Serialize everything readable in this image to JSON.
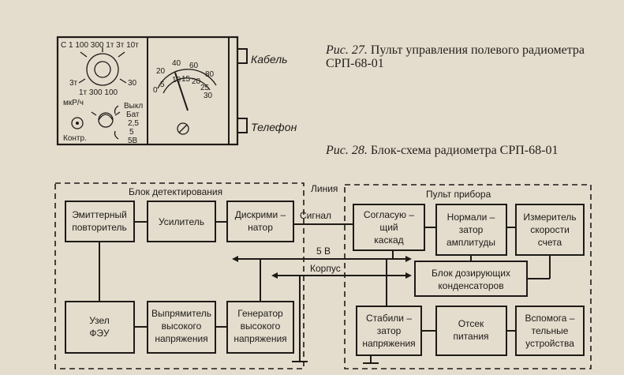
{
  "fig27": {
    "label": "Рис. 27.",
    "text": "Пульт управления полевого радиометра СРП-68-01",
    "panel": {
      "range_top": "С 1 100 300 1т 3т 10т",
      "range_bottom_left": "3т",
      "range_bottom_right": "30",
      "range_bottom": "1т 300 100",
      "unit": "мкР/ч",
      "switch_labels": [
        "Выкл",
        "Бат",
        "2,5",
        "5",
        "5В"
      ],
      "control_label": "Контр.",
      "scale_outer": [
        "20",
        "40",
        "60",
        "80"
      ],
      "scale_inner": [
        "0",
        "5",
        "10",
        "15",
        "20",
        "25",
        "30"
      ],
      "cable": "Кабель",
      "phone": "Телефон"
    }
  },
  "fig28": {
    "label": "Рис. 28.",
    "text": "Блок-схема радиометра СРП-68-01",
    "group_left": "Блок детектирования",
    "group_right": "Пульт прибора",
    "line_label": "Линия",
    "signal_label": "Сигнал",
    "bus_5v": "5 В",
    "bus_case": "Корпус",
    "blocks": {
      "emitter": [
        "Эмиттерный",
        "повторитель"
      ],
      "amplifier": [
        "Усилитель"
      ],
      "discriminator": [
        "Дискрими –",
        "натор"
      ],
      "pmt": [
        "Узел",
        "ФЭУ"
      ],
      "rectifier": [
        "Выпрямитель",
        "высокого",
        "напряжения"
      ],
      "generator": [
        "Генератор",
        "высокого",
        "напряжения"
      ],
      "matching": [
        "Согласую –",
        "щий",
        "каскад"
      ],
      "normalizer": [
        "Нормали –",
        "затор",
        "амплитуды"
      ],
      "meter": [
        "Измеритель",
        "скорости",
        "счета"
      ],
      "dosing": [
        "Блок дозирующих",
        "конденсаторов"
      ],
      "stabilizer": [
        "Стабили –",
        "затор",
        "напряжения"
      ],
      "power": [
        "Отсек",
        "питания"
      ],
      "aux": [
        "Вспомога –",
        "тельные",
        "устройства"
      ]
    }
  }
}
